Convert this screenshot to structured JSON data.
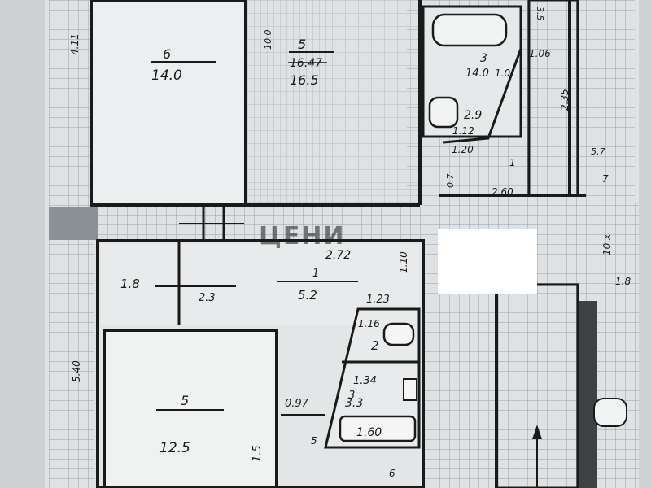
{
  "watermark": "ЦЕНИ",
  "colors": {
    "paper": "#dfe2e4",
    "background": "#cfd3d6",
    "ink": "#1a1a1a",
    "grid": "#9aa0a6",
    "redact": "#ffffff"
  },
  "top_rooms": {
    "room_6": {
      "number": "6",
      "area": "14.0"
    },
    "room_5": {
      "number": "5",
      "area_struck": "16.47",
      "area": "16.5"
    },
    "room_3": {
      "number": "3",
      "values": [
        "14.0",
        "1.0"
      ]
    },
    "room_2": {
      "area": "2.9",
      "dim": "1.12"
    },
    "bath_dims": [
      "1.06",
      "2.35",
      "3.5"
    ],
    "hall_dims": [
      "1.20",
      "2.60",
      "1",
      "0.7",
      "5.7",
      "7"
    ],
    "left_edge": "4.11",
    "wall_note": "10.0"
  },
  "bottom_rooms": {
    "hall": {
      "number": "1",
      "area": "5.2",
      "dim": "2.72",
      "side_dim": "1.10"
    },
    "closet": {
      "area": "1.8",
      "dim": "2.3"
    },
    "bath": {
      "number": "2",
      "dims": [
        "1.23",
        "1.16"
      ]
    },
    "wc": {
      "number": "3",
      "area": "3.3",
      "dims": [
        "1.34",
        "0.97"
      ],
      "tub": "1.60"
    },
    "room_5": {
      "number": "5",
      "area": "12.5",
      "dim": "1.5"
    },
    "left_edge": "5.40",
    "small_dims": [
      "5",
      "6"
    ],
    "right_dims": [
      "10.x",
      "1.8"
    ]
  }
}
